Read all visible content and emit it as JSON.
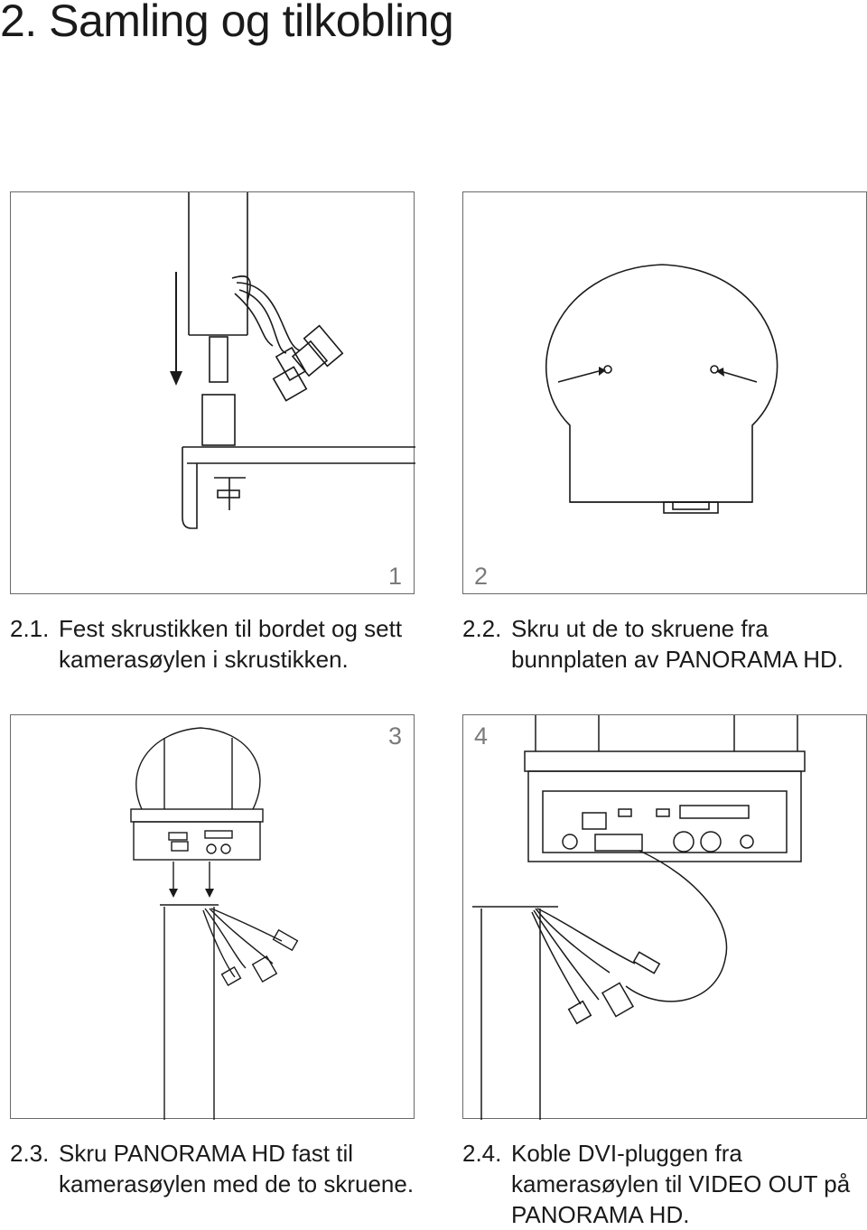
{
  "page": {
    "title": "2. Samling og tilkobling"
  },
  "steps": [
    {
      "number": "1",
      "caption_num": "2.1.",
      "caption_lines": [
        "Fest skrustikken til bordet og sett",
        "kamerasøylen i skrustikken."
      ]
    },
    {
      "number": "2",
      "caption_num": "2.2.",
      "caption_lines": [
        "Skru ut de to skruene fra",
        "bunnplaten av PANORAMA HD."
      ]
    },
    {
      "number": "3",
      "caption_num": "2.3.",
      "caption_lines": [
        "Skru PANORAMA HD fast til",
        "kamerasøylen med de to skruene."
      ]
    },
    {
      "number": "4",
      "caption_num": "2.4.",
      "caption_lines": [
        "Koble DVI-pluggen fra",
        "kamerasøylen til VIDEO OUT på",
        "PANORAMA HD."
      ]
    }
  ],
  "colors": {
    "line": "#1a1a1a",
    "frame": "#6a6a6a",
    "step_number": "#7a7a7a"
  }
}
